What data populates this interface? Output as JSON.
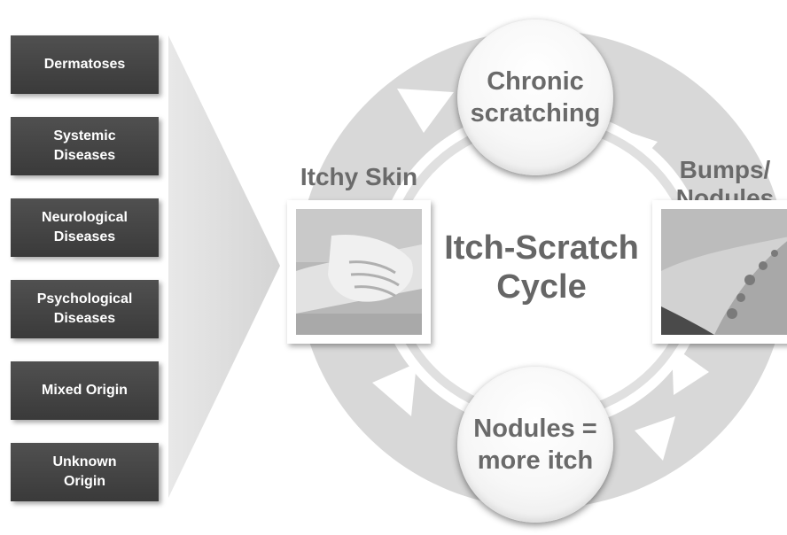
{
  "causes": [
    "Dermatoses",
    "Systemic\nDiseases",
    "Neurological\nDiseases",
    "Psychological\nDiseases",
    "Mixed Origin",
    "Unknown\nOrigin"
  ],
  "cycle": {
    "center": "Itch-Scratch\nCycle",
    "top": "Chronic\nscratching",
    "bottom": "Nodules =\nmore itch",
    "left_label": "Itchy Skin",
    "right_label": "Bumps/\nNodules"
  },
  "colors": {
    "box": "#444444",
    "ring": "#d6d6d6",
    "big_arrow": "#e2e2e2",
    "text_gray": "#6a6a6a"
  }
}
